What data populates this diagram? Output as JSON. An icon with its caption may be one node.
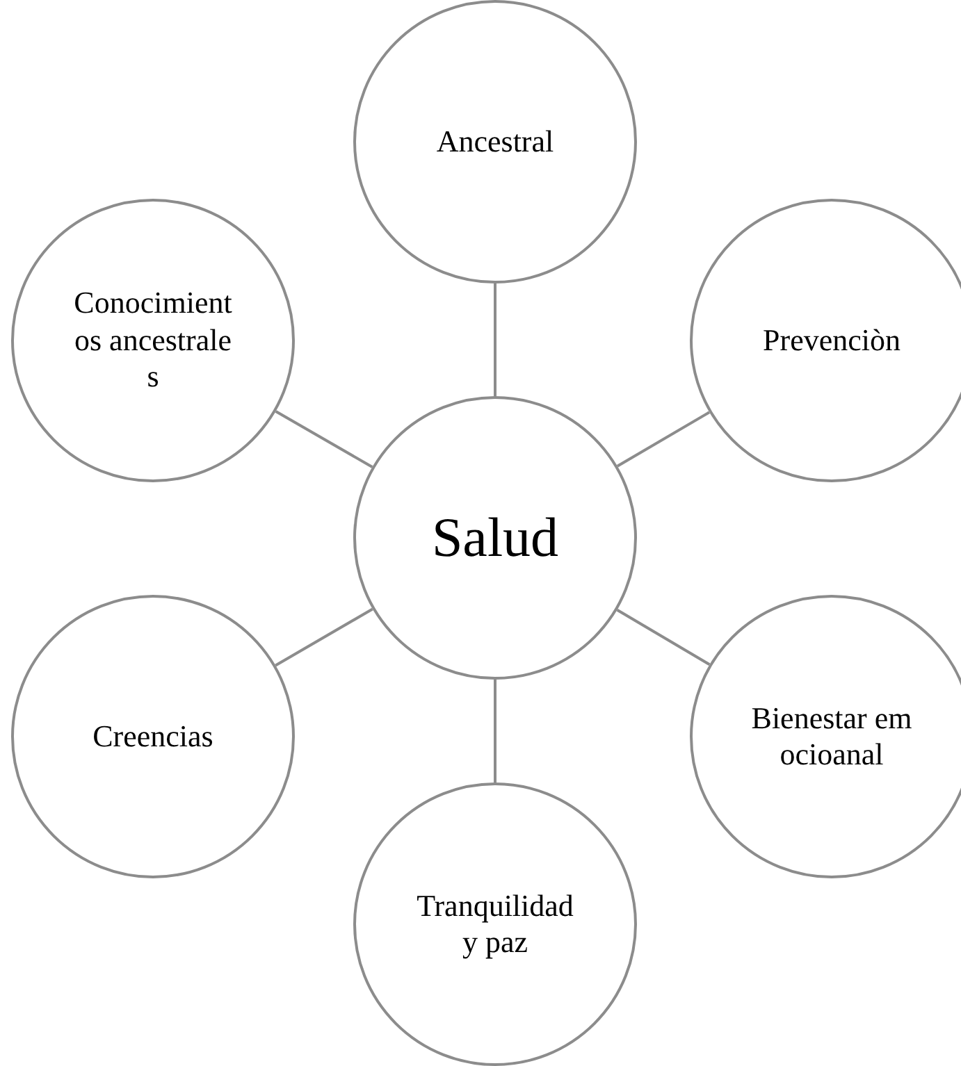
{
  "diagram": {
    "nodes": [
      {
        "text": [
          "Salud"
        ]
      },
      {
        "text": [
          "Ancestral"
        ]
      },
      {
        "text": [
          "Prevenciòn"
        ]
      },
      {
        "text": [
          "Bienestar emocioanal"
        ]
      },
      {
        "text": [
          "Tranquilidad y paz"
        ]
      },
      {
        "text": [
          "Creencias"
        ]
      },
      {
        "text": [
          "Conocimientos ancestrales"
        ]
      }
    ],
    "edges": [
      {
        "from": 0,
        "to": 1,
        "arrow": "none"
      },
      {
        "from": 0,
        "to": 2,
        "arrow": "none"
      },
      {
        "from": 0,
        "to": 3,
        "arrow": "none"
      },
      {
        "from": 0,
        "to": 4,
        "arrow": "none"
      },
      {
        "from": 0,
        "to": 5,
        "arrow": "none"
      },
      {
        "from": 0,
        "to": 6,
        "arrow": "none"
      }
    ]
  }
}
